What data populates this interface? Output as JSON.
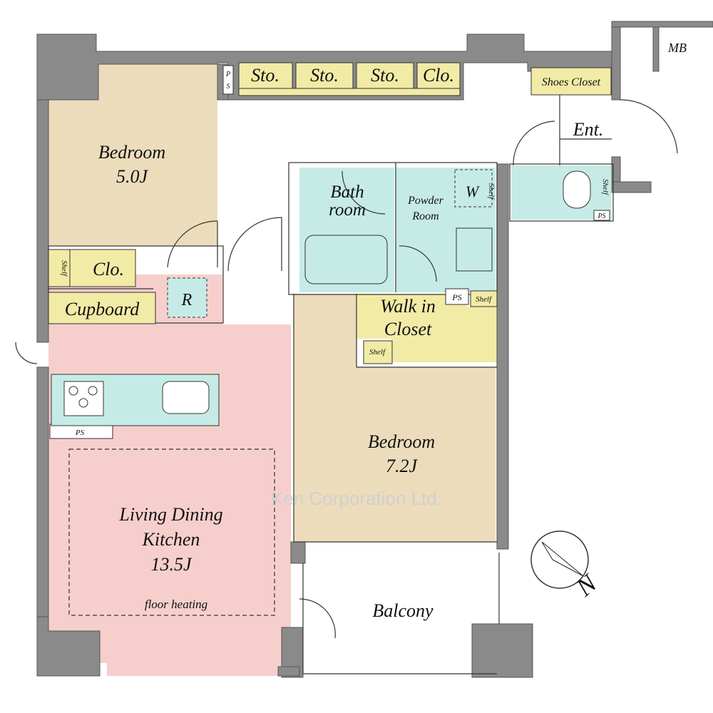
{
  "rooms": {
    "bedroom1": {
      "name": "Bedroom",
      "size": "5.0J"
    },
    "bedroom2": {
      "name": "Bedroom",
      "size": "7.2J"
    },
    "ldk": {
      "name_line1": "Living Dining",
      "name_line2": "Kitchen",
      "size": "13.5J",
      "note": "floor heating"
    },
    "bath": {
      "line1": "Bath",
      "line2": "room"
    },
    "powder": {
      "line1": "Powder",
      "line2": "Room"
    },
    "walkin": {
      "line1": "Walk in",
      "line2": "Closet"
    },
    "entrance": "Ent.",
    "balcony": "Balcony"
  },
  "storage": {
    "sto1": "Sto.",
    "sto2": "Sto.",
    "sto3": "Sto.",
    "clo_top": "Clo.",
    "clo_bed": "Clo.",
    "cupboard": "Cupboard",
    "shoes_closet": "Shoes Closet",
    "shelf_bed": "Shelf",
    "shelf_wic_a": "Shelf",
    "shelf_wic_b": "Shelf",
    "shelf_powder": "Shelf",
    "shelf_ent": "Shelf"
  },
  "fixtures": {
    "refrigerator": "R",
    "washer": "W",
    "ps_top_a": "P",
    "ps_top_b": "S",
    "ps_kitchen": "PS",
    "ps_wic": "PS",
    "ps_ent": "PS",
    "mb": "MB"
  },
  "compass": {
    "label": "N"
  },
  "watermark": "Ken Corporation Ltd.",
  "colors": {
    "bedroom": "#ecdcbc",
    "ldk": "#f6cfcc",
    "wet": "#c6ebe6",
    "storage": "#f1eba6",
    "wall": "#8a8a8a",
    "kitchen": "#c6ebe6"
  }
}
